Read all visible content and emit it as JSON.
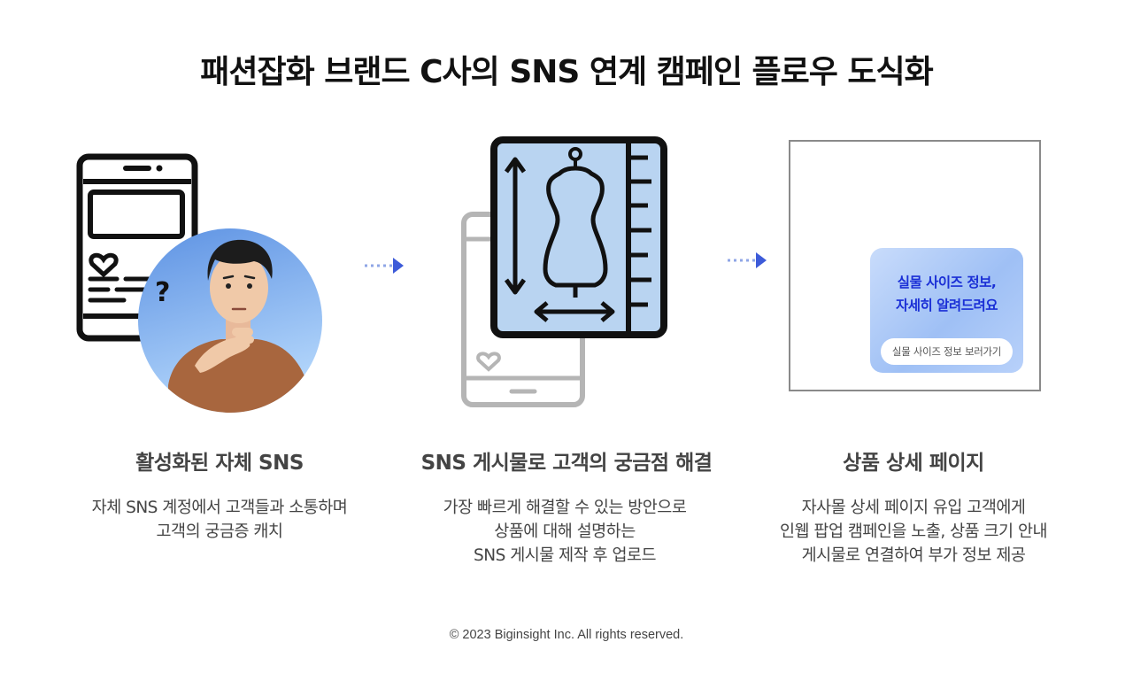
{
  "title": "패션잡화 브랜드 C사의 SNS 연계 캠페인 플로우 도식화",
  "steps": [
    {
      "heading": "활성화된 자체 SNS",
      "description": [
        "자체 SNS 계정에서 고객들과 소통하며",
        "고객의 궁금증 캐치"
      ],
      "illustration": "phone-with-thinking-person-icon"
    },
    {
      "heading": "SNS 게시물로 고객의 궁금점 해결",
      "description": [
        "가장 빠르게 해결할 수 있는 방안으로",
        "상품에 대해 설명하는",
        "SNS 게시물 제작 후 업로드"
      ],
      "illustration": "phone-with-size-chart-icon"
    },
    {
      "heading": "상품 상세 페이지",
      "description": [
        "자사몰 상세 페이지 유입 고객에게",
        "인웹 팝업 캠페인을 노출, 상품 크기 안내",
        "게시물로 연결하여 부가 정보 제공"
      ],
      "illustration": "product-page-with-popup",
      "popup": {
        "title_lines": [
          "실물 사이즈 정보,",
          "자세히 알려드려요"
        ],
        "button_label": "실물 사이즈 정보 보러가기"
      }
    }
  ],
  "footer": "© 2023 Biginsight Inc. All rights reserved.",
  "colors": {
    "popup_title": "#1a2fd6",
    "arrow": "#3d5bd9",
    "avatar_bg_start": "#5d92e3",
    "avatar_bg_end": "#b3d6fb",
    "size_chart_fill": "#b9d4f1",
    "outline": "#111111"
  }
}
